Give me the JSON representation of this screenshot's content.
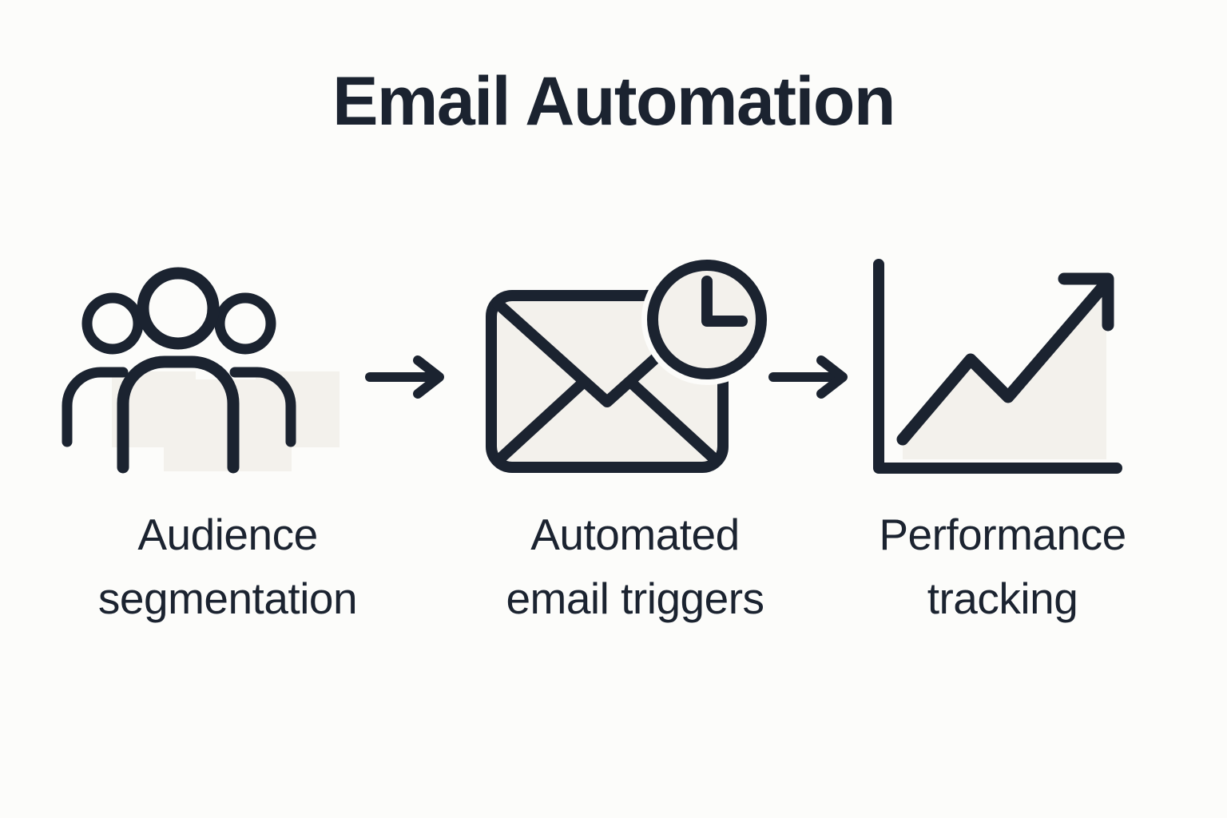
{
  "page": {
    "title": "Email Automation",
    "background_color": "#FCFCFA",
    "ink_color": "#1B2330",
    "icon_fill_color": "#F3F1EC"
  },
  "steps": [
    {
      "icon": "people-group-icon",
      "label_line1": "Audience",
      "label_line2": "segmentation"
    },
    {
      "icon": "envelope-clock-icon",
      "label_line1": "Automated",
      "label_line2": "email triggers"
    },
    {
      "icon": "growth-chart-icon",
      "label_line1": "Performance",
      "label_line2": "tracking"
    }
  ],
  "connectors": [
    {
      "icon": "arrow-right-icon"
    },
    {
      "icon": "arrow-right-icon"
    }
  ]
}
